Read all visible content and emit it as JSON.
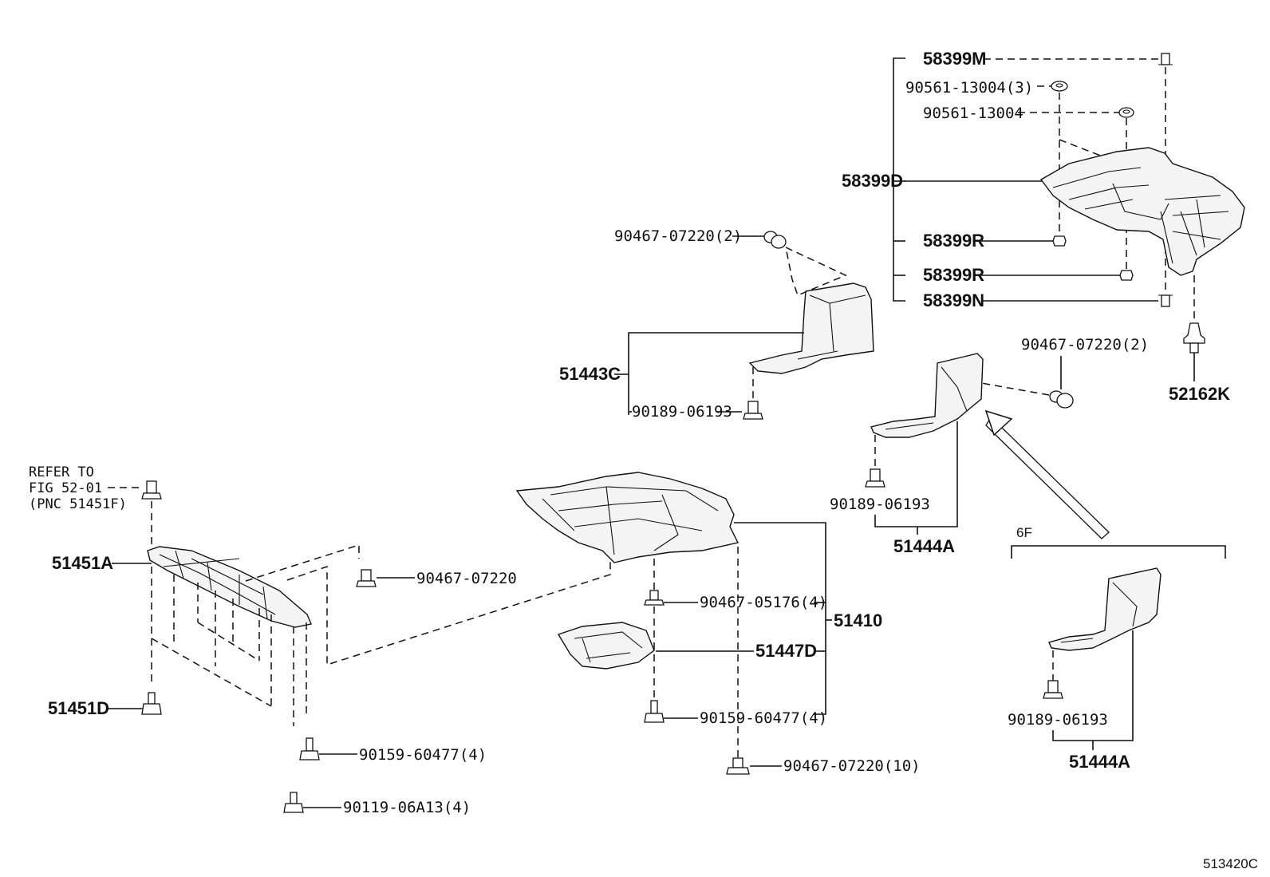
{
  "diagram": {
    "code": "513420C",
    "labels": {
      "p58399M": "58399M",
      "p90561_13004_3": "90561-13004(3)",
      "p90561_13004": "90561-13004",
      "p58399D": "58399D",
      "p58399R_a": "58399R",
      "p58399R_b": "58399R",
      "p58399N": "58399N",
      "p52162K": "52162K",
      "p90467_07220_2_a": "90467-07220(2)",
      "p51443C": "51443C",
      "p90189_06193_a": "90189-06193",
      "p90467_07220_2_b": "90467-07220(2)",
      "p90189_06193_b": "90189-06193",
      "p51444A_a": "51444A",
      "ref_line1": "REFER TO",
      "ref_line2": "FIG 52-01",
      "ref_line3": "(PNC 51451F)",
      "p51451A": "51451A",
      "p90467_07220": "90467-07220",
      "p51451D": "51451D",
      "p90159_60477_4_a": "90159-60477(4)",
      "p90119_06A13_4": "90119-06A13(4)",
      "p90467_05176_4": "90467-05176(4)",
      "p51410": "51410",
      "p51447D": "51447D",
      "p90159_60477_4_b": "90159-60477(4)",
      "p90467_07220_10": "90467-07220(10)",
      "variant_6F": "6F",
      "p90189_06193_c": "90189-06193",
      "p51444A_b": "51444A"
    }
  }
}
